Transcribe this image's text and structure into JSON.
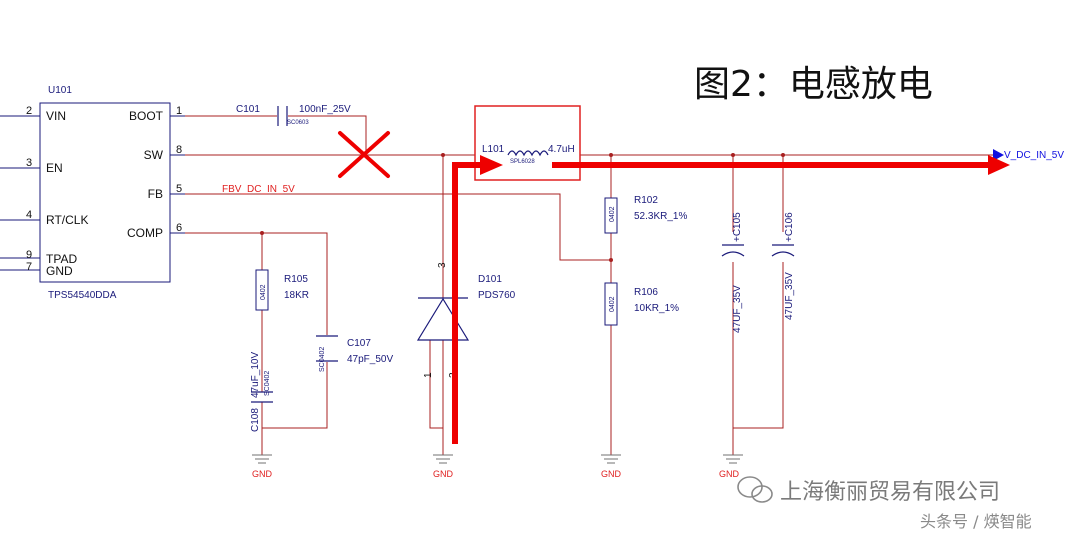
{
  "title": "图2：电感放电",
  "ic": {
    "refdes": "U101",
    "part": "TPS54540DDA",
    "left_pins": [
      {
        "num": "2",
        "name": "VIN"
      },
      {
        "num": "3",
        "name": "EN"
      },
      {
        "num": "4",
        "name": "RT/CLK"
      },
      {
        "num": "9",
        "name": "TPAD"
      },
      {
        "num": "7",
        "name": "GND"
      }
    ],
    "right_pins": [
      {
        "num": "1",
        "name": "BOOT"
      },
      {
        "num": "8",
        "name": "SW"
      },
      {
        "num": "5",
        "name": "FB"
      },
      {
        "num": "6",
        "name": "COMP"
      }
    ]
  },
  "components": {
    "c101": {
      "ref": "C101",
      "value": "100nF_25V",
      "pkg": "SC0603"
    },
    "l101": {
      "ref": "L101",
      "value": "4.7uH",
      "pkg": "SPL6028"
    },
    "d101": {
      "ref": "D101",
      "value": "PDS760",
      "pin_a": "3",
      "pin_k1": "1",
      "pin_k2": "2"
    },
    "r102": {
      "ref": "R102",
      "value": "52.3KR_1%",
      "pkg": "0402"
    },
    "r106": {
      "ref": "R106",
      "value": "10KR_1%",
      "pkg": "0402"
    },
    "r105": {
      "ref": "R105",
      "value": "18KR",
      "pkg": "0402"
    },
    "c107": {
      "ref": "C107",
      "value": "47pF_50V",
      "pkg": "SC0402"
    },
    "c108": {
      "ref": "C108",
      "value": "47uF_10V",
      "pkg": "SC0402"
    },
    "c105": {
      "ref": "+C105",
      "value": "47UF_35V"
    },
    "c106": {
      "ref": "+C106",
      "value": "47UF_35V"
    }
  },
  "nets": {
    "fbv": "FBV_DC_IN_5V",
    "vout": "V_DC_IN_5V",
    "gnd": "GND"
  },
  "colors": {
    "wire": "#a82020",
    "text_blue": "#1a1a7a",
    "net_red": "#e02020",
    "highlight": "#ee0000",
    "port_blue": "#1010e0",
    "gnd_gray": "#707070"
  },
  "watermark": {
    "company": "上海衡丽贸易有限公司",
    "source": "头条号 / 煐智能"
  }
}
